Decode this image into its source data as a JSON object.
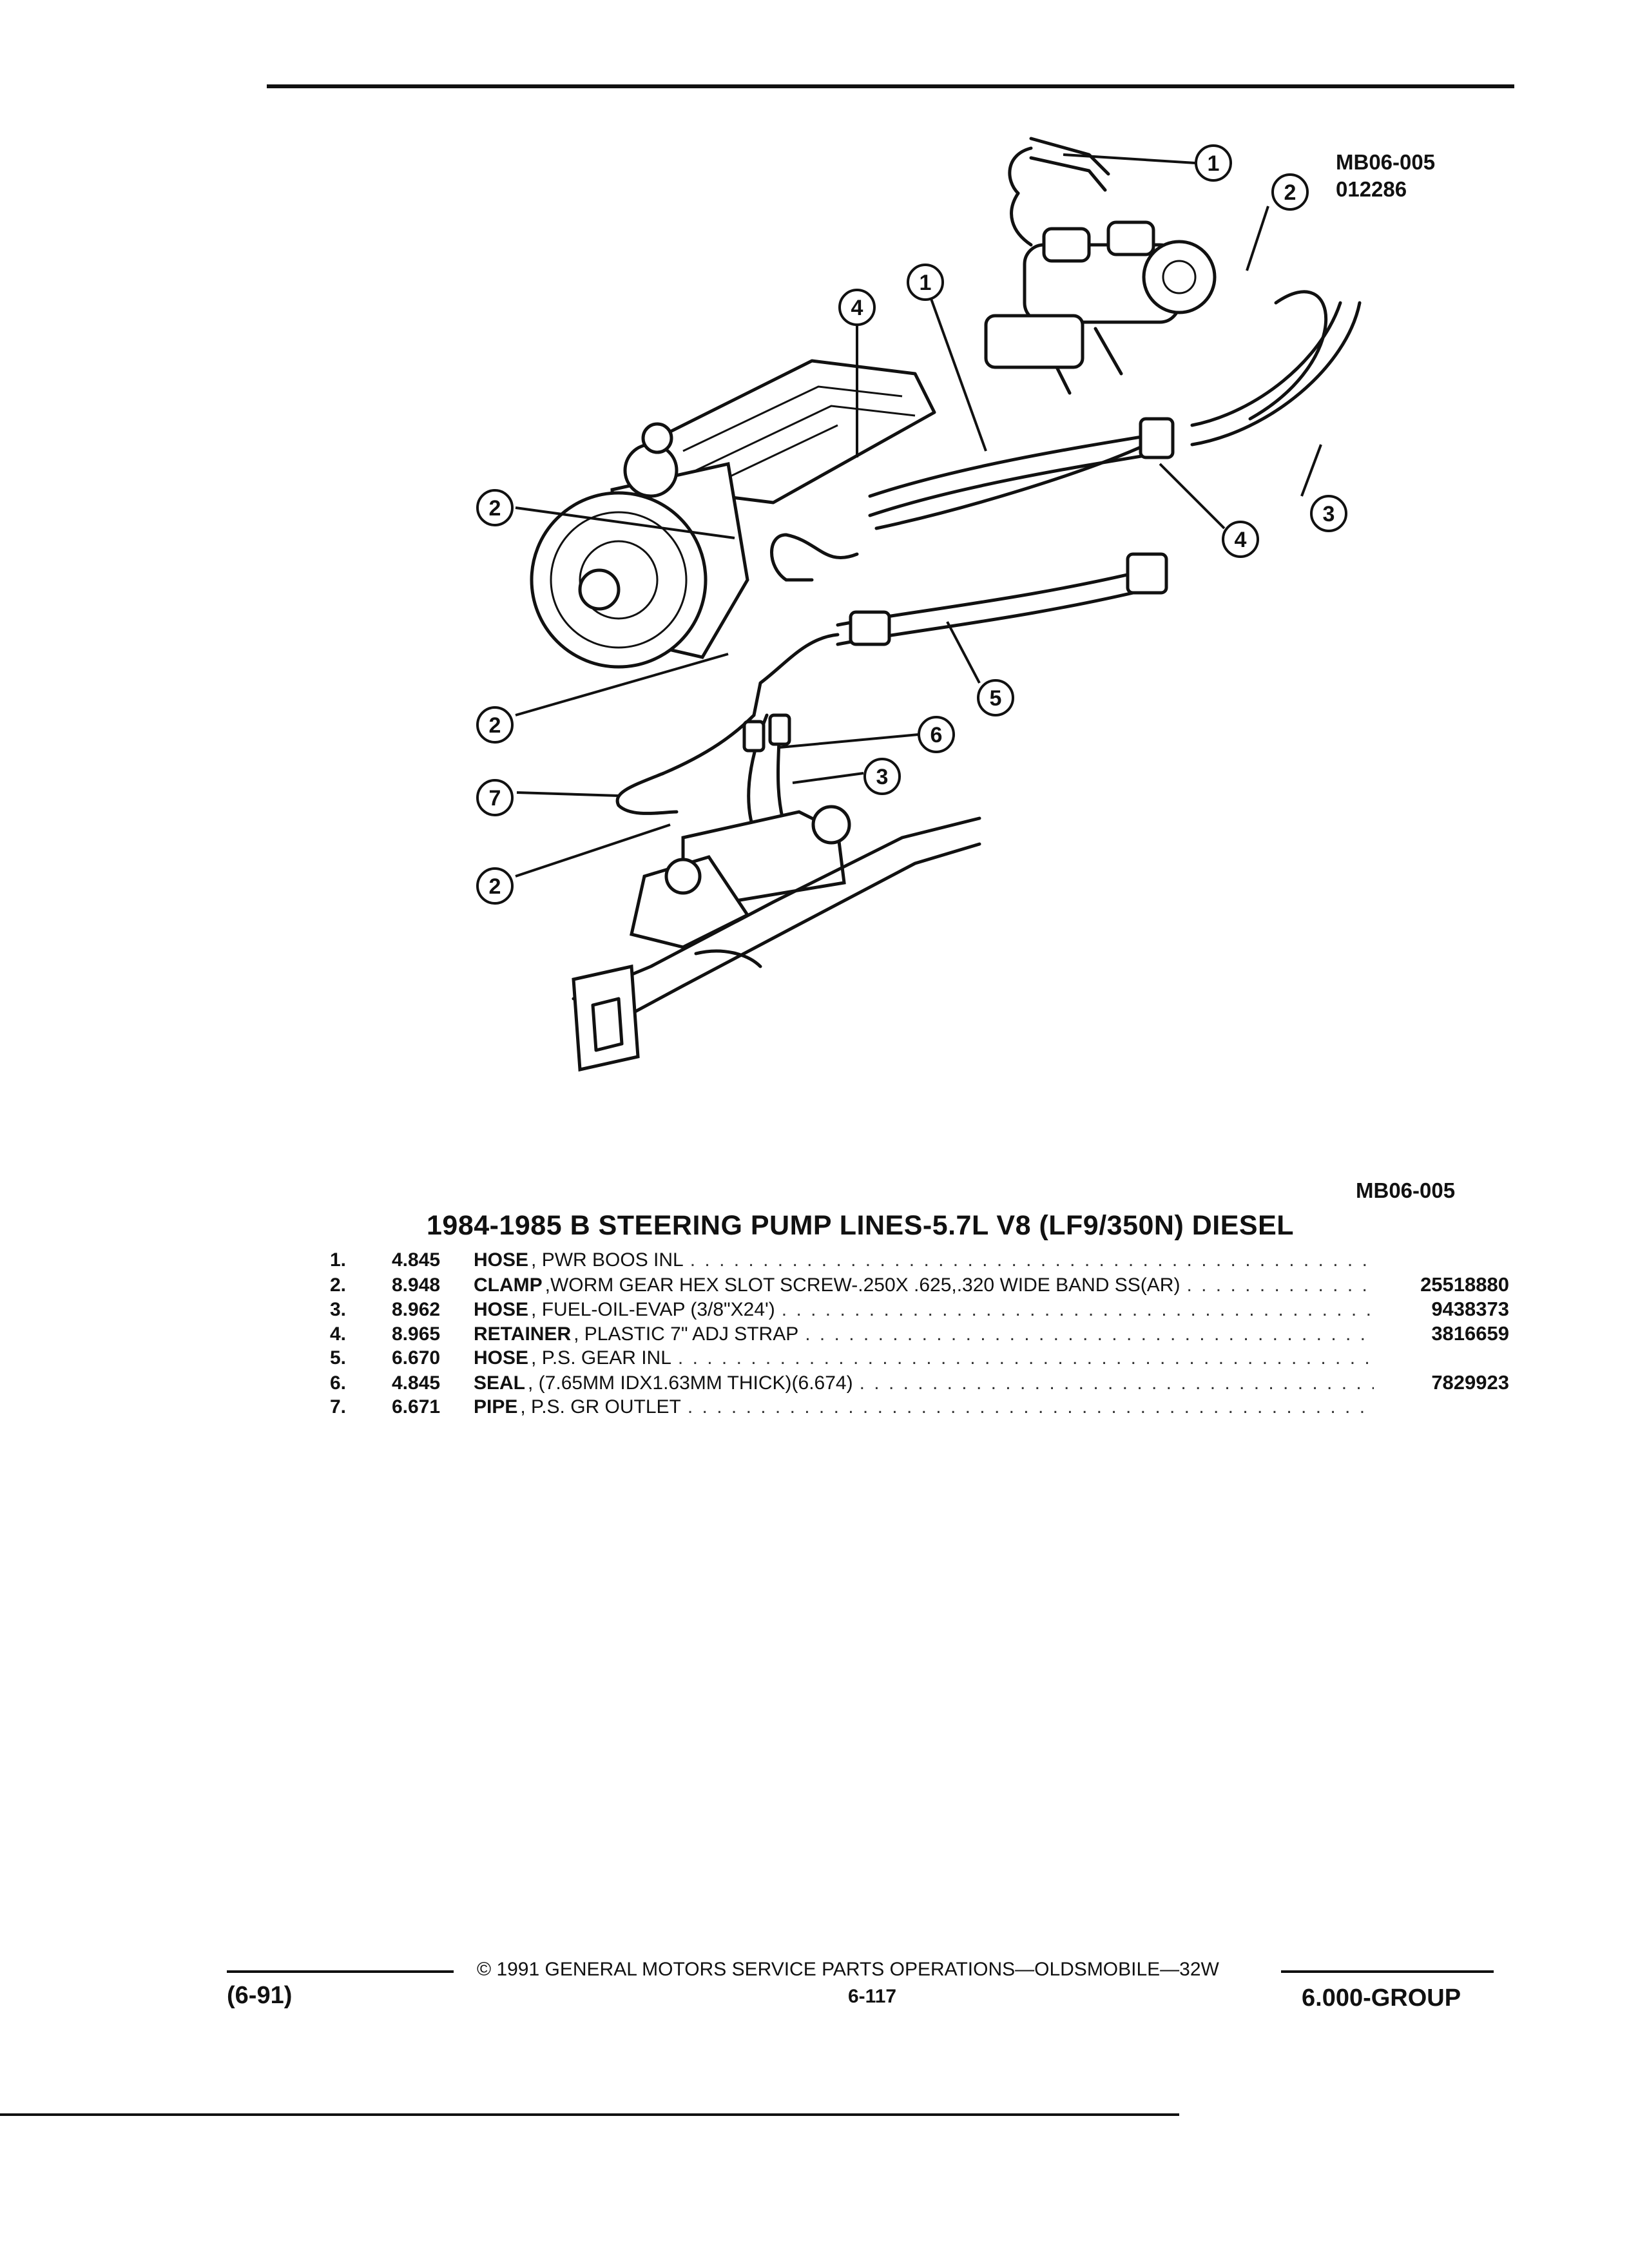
{
  "header": {
    "diagram_ref": "MB06-005",
    "diagram_date": "012286"
  },
  "diagram": {
    "footer_ref": "MB06-005",
    "callouts": [
      {
        "number": "1"
      },
      {
        "number": "1"
      },
      {
        "number": "2"
      },
      {
        "number": "2"
      },
      {
        "number": "2"
      },
      {
        "number": "2"
      },
      {
        "number": "3"
      },
      {
        "number": "3"
      },
      {
        "number": "4"
      },
      {
        "number": "4"
      },
      {
        "number": "5"
      },
      {
        "number": "6"
      },
      {
        "number": "7"
      }
    ]
  },
  "title": "1984-1985 B STEERING PUMP LINES-5.7L V8 (LF9/350N) DIESEL",
  "parts": [
    {
      "index": "1.",
      "code": "4.845",
      "name": "HOSE",
      "desc": ", PWR BOOS INL",
      "part_no": ""
    },
    {
      "index": "2.",
      "code": "8.948",
      "name": "CLAMP",
      "desc": ",WORM GEAR HEX SLOT SCREW-.250X .625,.320 WIDE BAND SS(AR)",
      "part_no": "25518880"
    },
    {
      "index": "3.",
      "code": "8.962",
      "name": "HOSE",
      "desc": ", FUEL-OIL-EVAP (3/8\"X24')",
      "part_no": "9438373"
    },
    {
      "index": "4.",
      "code": "8.965",
      "name": "RETAINER",
      "desc": ", PLASTIC 7\" ADJ STRAP",
      "part_no": "3816659"
    },
    {
      "index": "5.",
      "code": "6.670",
      "name": "HOSE",
      "desc": ", P.S. GEAR INL",
      "part_no": ""
    },
    {
      "index": "6.",
      "code": "4.845",
      "name": "SEAL",
      "desc": ", (7.65MM IDX1.63MM THICK)(6.674)",
      "part_no": "7829923"
    },
    {
      "index": "7.",
      "code": "6.671",
      "name": "PIPE",
      "desc": ", P.S. GR OUTLET",
      "part_no": ""
    }
  ],
  "footer": {
    "date_code": "(6-91)",
    "copyright": "© 1991 GENERAL MOTORS SERVICE PARTS OPERATIONS—OLDSMOBILE—32W",
    "page": "6-117",
    "group": "6.000-GROUP"
  }
}
